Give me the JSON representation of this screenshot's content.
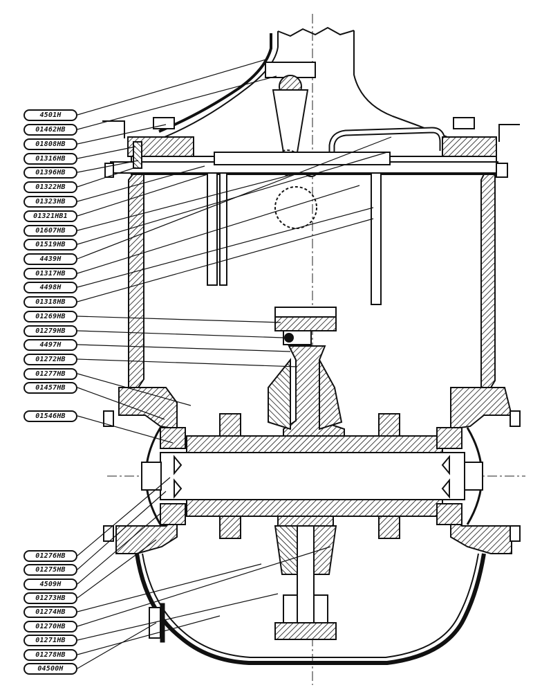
{
  "figure": {
    "part_labels_upper": [
      "4501H",
      "01462HB",
      "01808HB",
      "01316HB",
      "01396HB",
      "01322HB",
      "01323HB",
      "01321HB1",
      "01607HB",
      "01519HB",
      "4439H",
      "01317HB",
      "4498H",
      "01318HB",
      "01269HB",
      "01279HB",
      "4497H",
      "01272HB",
      "01277HB",
      "01457HB",
      "01546HB"
    ],
    "part_labels_lower": [
      "01276HB",
      "01275HB",
      "4509H",
      "01273HB",
      "01274HB",
      "01270HB",
      "01271HB",
      "01278HB",
      "04500H"
    ]
  }
}
